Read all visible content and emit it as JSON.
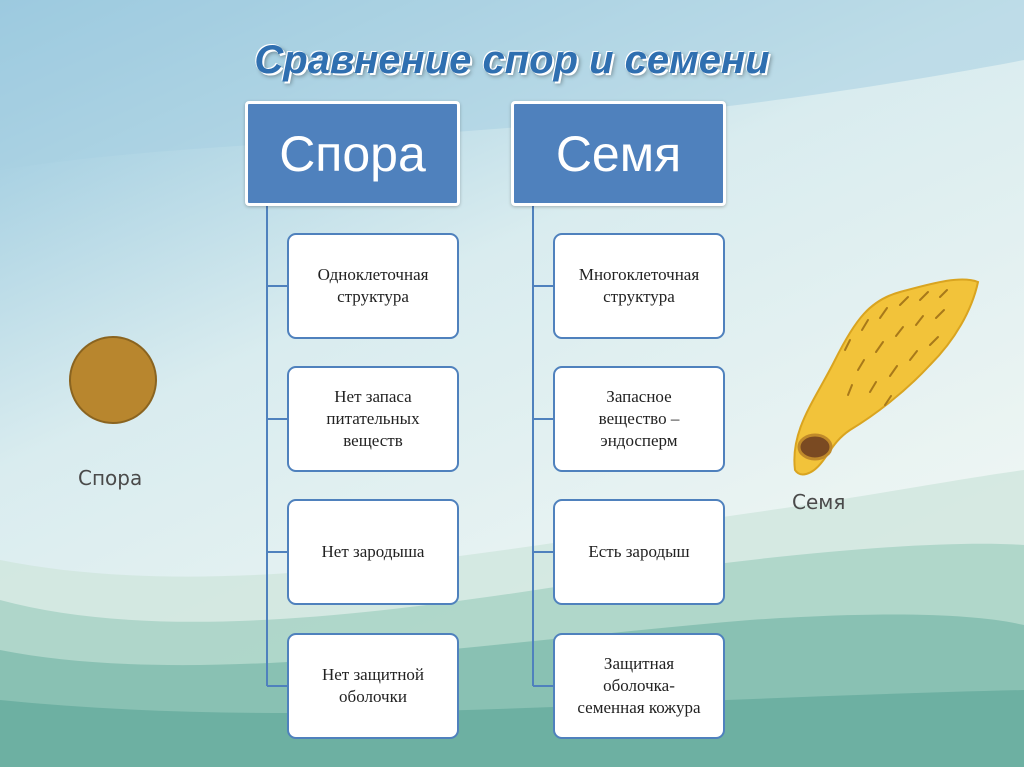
{
  "title": "Сравнение спор и семени",
  "columns": [
    {
      "header": "Спора",
      "items": [
        "Одноклеточная\nструктура",
        "Нет запаса\nпитательных\nвеществ",
        "Нет зародыша",
        "Нет защитной\nоболочки"
      ]
    },
    {
      "header": "Семя",
      "items": [
        "Многоклеточная\nструктура",
        "Запасное\nвещество –\nэндосперм",
        "Есть зародыш",
        "Защитная\nоболочка-\nсеменная кожура"
      ]
    }
  ],
  "illustrations": {
    "spore_label": "Спора",
    "seed_label": "Семя"
  },
  "colors": {
    "header_fill": "#4f81bd",
    "title": "#2f6fb0",
    "spore": "#b8862e",
    "seed": "#f2c33a"
  }
}
